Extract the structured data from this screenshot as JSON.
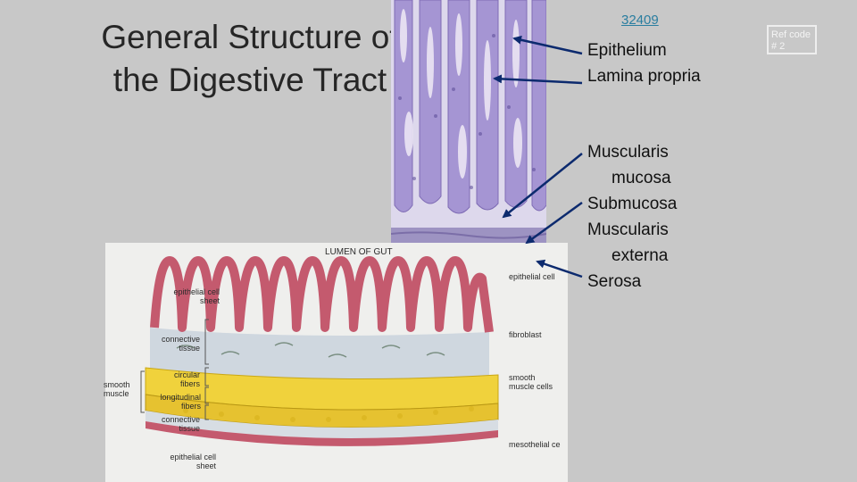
{
  "slide": {
    "title": "General Structure of the Digestive Tract",
    "ref_link": "32409",
    "badge": "Ref code # 2"
  },
  "layers": {
    "epithelium": "Epithelium",
    "lamina_propria": "Lamina propria",
    "muscularis_mucosa_1": "Muscularis",
    "muscularis_mucosa_2": "mucosa",
    "submucosa": "Submucosa",
    "muscularis_externa_1": "Muscularis",
    "muscularis_externa_2": "externa",
    "serosa": "Serosa"
  },
  "diagram": {
    "lumen": "LUMEN OF GUT",
    "epithelial_sheet_top": "epithelial cell sheet",
    "connective_tissue_top": "connective tissue",
    "smooth_muscle": "smooth muscle",
    "circular_fibers": "circular fibers",
    "longitudinal_fibers": "longitudinal fibers",
    "connective_tissue_bottom": "connective tissue",
    "epithelial_sheet_bottom": "epithelial cell sheet",
    "epithelial_cell_right": "epithelial cell",
    "fibroblast": "fibroblast",
    "smooth_muscle_cells": "smooth muscle cells",
    "mesothelial": "mesothelial ce"
  },
  "colors": {
    "background": "#c8c8c8",
    "arrow": "#0c2a6e",
    "link": "#2a7ea0",
    "tissue_purple": "#a89ad0",
    "muscle_yellow": "#f0d23c",
    "epithelium_pink": "#c45a6e"
  }
}
